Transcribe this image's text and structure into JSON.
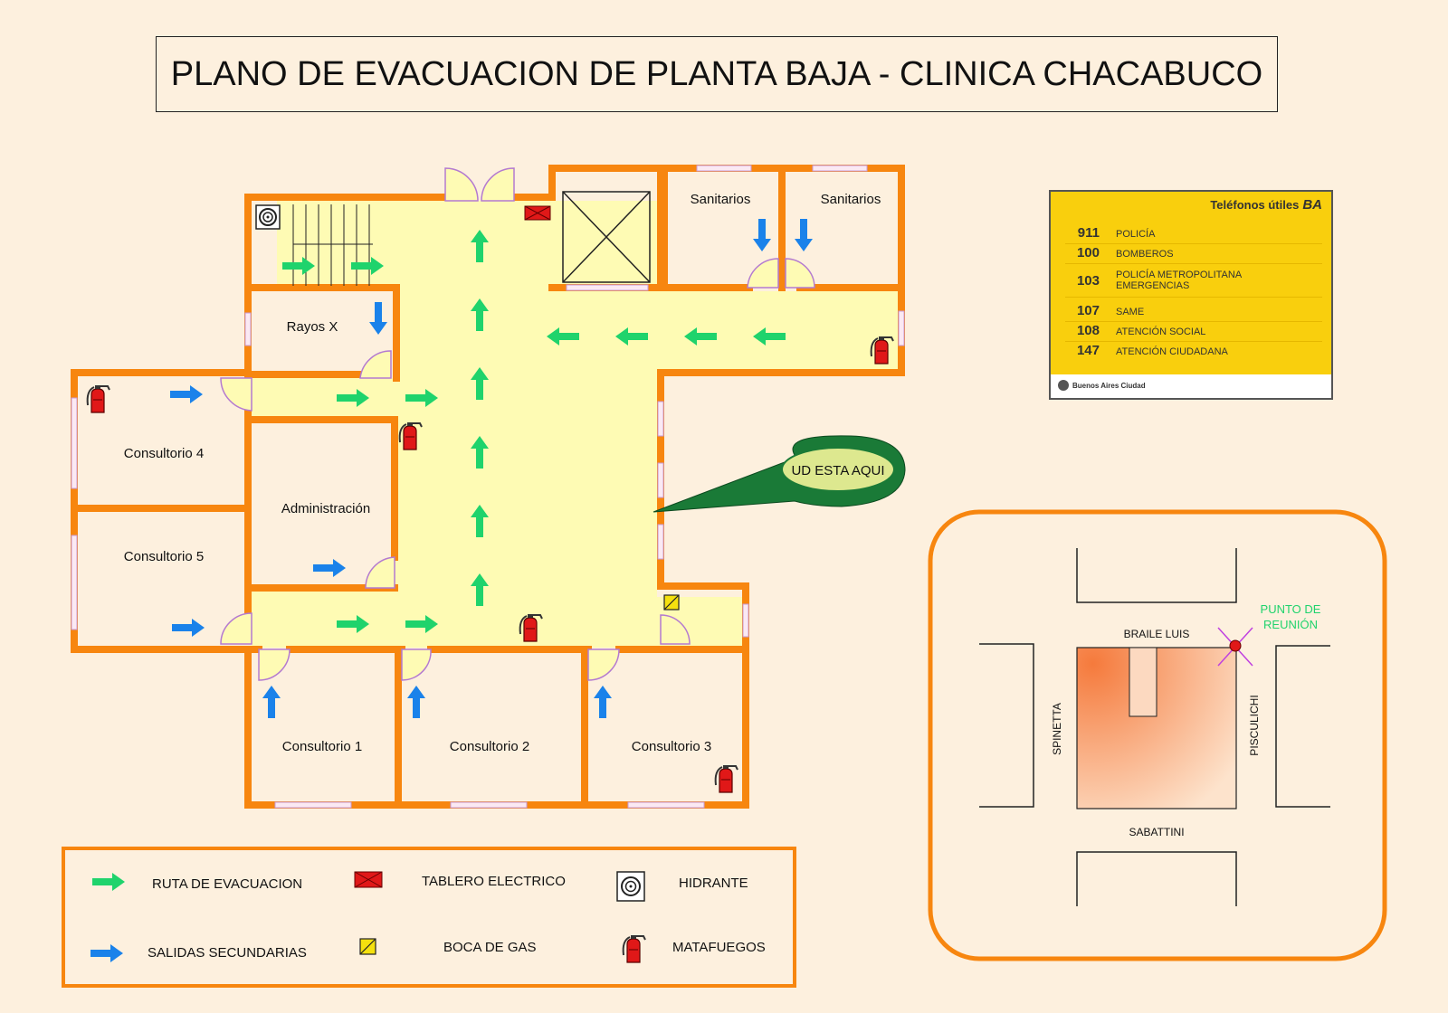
{
  "title": "PLANO DE EVACUACION DE PLANTA BAJA - CLINICA CHACABUCO",
  "rooms": {
    "sanitarios_1": "Sanitarios",
    "sanitarios_2": "Sanitarios",
    "rayos_x": "Rayos X",
    "consultorio_4": "Consultorio 4",
    "administracion": "Administración",
    "consultorio_5": "Consultorio 5",
    "consultorio_1": "Consultorio 1",
    "consultorio_2": "Consultorio 2",
    "consultorio_3": "Consultorio 3"
  },
  "you_are_here": "UD ESTA AQUI",
  "phones": {
    "header": "Teléfonos útiles",
    "brand": "BA",
    "footer": "Buenos Aires Ciudad",
    "items": [
      {
        "number": "911",
        "label": "POLICÍA"
      },
      {
        "number": "100",
        "label": "BOMBEROS"
      },
      {
        "number": "103",
        "label": "POLICÍA METROPOLITANA EMERGENCIAS"
      },
      {
        "number": "107",
        "label": "SAME"
      },
      {
        "number": "108",
        "label": "ATENCIÓN SOCIAL"
      },
      {
        "number": "147",
        "label": "ATENCIÓN CIUDADANA"
      }
    ]
  },
  "site_map": {
    "north_street": "BRAILE LUIS",
    "south_street": "SABATTINI",
    "west_street": "SPINETTA",
    "east_street": "PISCULICHI",
    "meeting_point_1": "PUNTO DE",
    "meeting_point_2": "REUNIÓN"
  },
  "legend": {
    "evac_route": "RUTA DE EVACUACION",
    "secondary_exits": "SALIDAS SECUNDARIAS",
    "electrical_panel": "TABLERO ELECTRICO",
    "gas_valve": "BOCA DE GAS",
    "hydrant": "HIDRANTE",
    "extinguishers": "MATAFUEGOS"
  },
  "colors": {
    "wall": "#f7860f",
    "floor": "#fefbb4",
    "evac_arrow": "#1fd36c",
    "secondary_arrow": "#1a82ea",
    "extinguisher": "#e01818",
    "speech_bubble": "#1a7a37",
    "phones_bg": "#f9cf0d"
  }
}
